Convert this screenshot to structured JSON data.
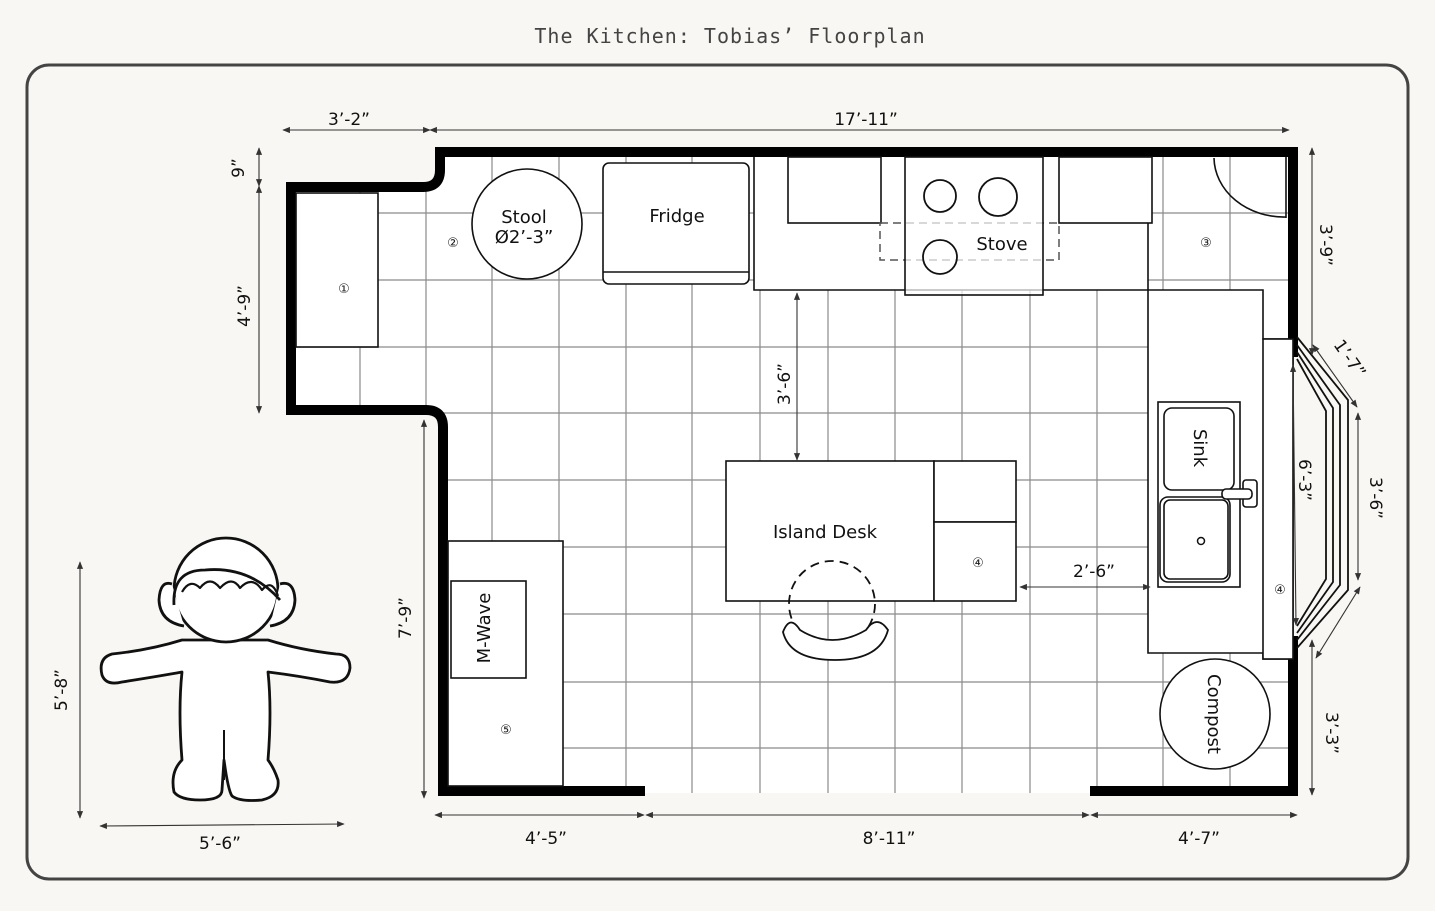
{
  "title": "The Kitchen: Tobias’ Floorplan",
  "labels": {
    "stool": "Stool",
    "stool_size": "Ø2’-3”",
    "fridge": "Fridge",
    "stove": "Stove",
    "island": "Island Desk",
    "microwave": "M-Wave",
    "sink": "Sink",
    "compost": "Compost"
  },
  "markers": [
    "①",
    "②",
    "③",
    "④",
    "④",
    "④",
    "⑤"
  ],
  "dimensions": {
    "top_left": "3’-2”",
    "top_main": "17’-11”",
    "left_nook": "9”",
    "left_height": "4’-9”",
    "left_lower": "7’-9”",
    "stove_to_island": "3’-6”",
    "island_to_sink": "2’-6”",
    "right_top": "3’-9”",
    "bay_side": "1’-7”",
    "bay_inner": "6’-3”",
    "bay_front": "3’-6”",
    "right_bottom": "3’-3”",
    "bottom_left": "4’-5”",
    "bottom_mid": "8’-11”",
    "bottom_right": "4’-7”",
    "person_height": "5’-8”",
    "person_width": "5’-6”"
  }
}
